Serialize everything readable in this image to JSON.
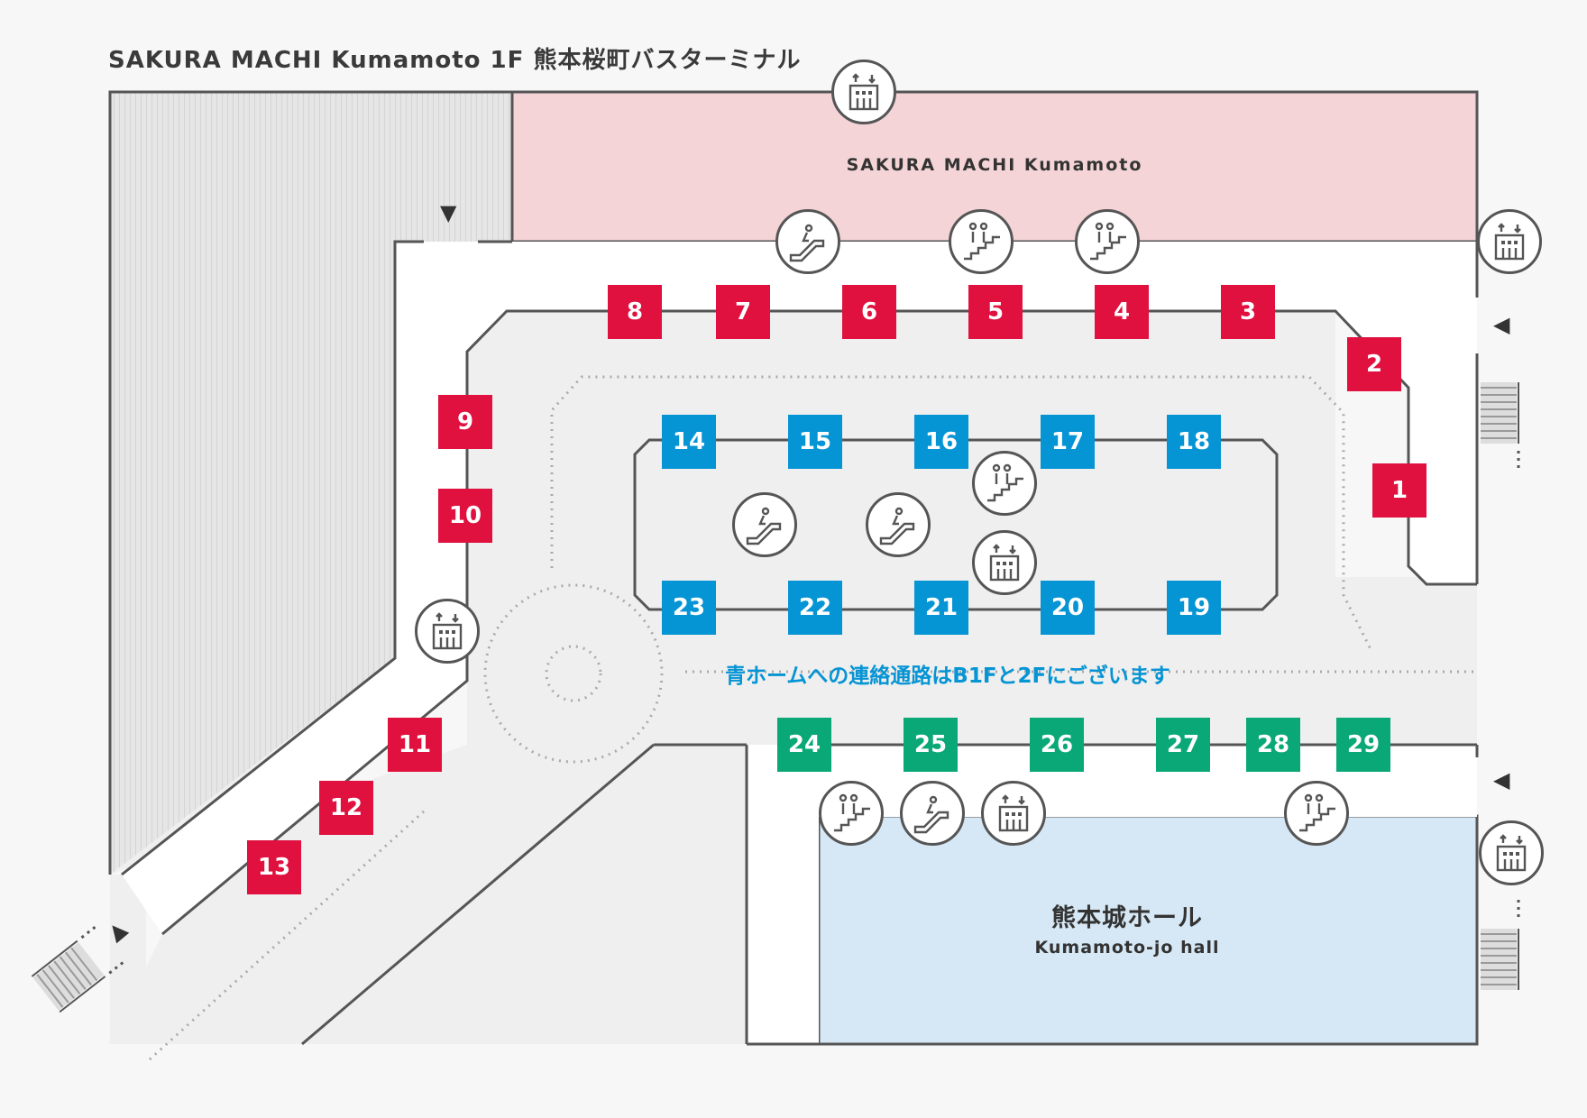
{
  "title": "SAKURA MACHI Kumamoto 1F 熊本桜町バスターミナル",
  "building_label": "SAKURA MACHI Kumamoto",
  "hall_label_ja": "熊本城ホール",
  "hall_label_en": "Kumamoto-jo hall",
  "notice": "青ホームへの連絡通路はB1Fと2Fにございます",
  "colors": {
    "red": "#e0103f",
    "blue": "#0594d4",
    "green": "#0aa877"
  },
  "bays_red": [
    "8",
    "7",
    "6",
    "5",
    "4",
    "3",
    "2",
    "1",
    "9",
    "10",
    "11",
    "12",
    "13"
  ],
  "bays_blue": [
    "14",
    "15",
    "16",
    "17",
    "18",
    "23",
    "22",
    "21",
    "20",
    "19"
  ],
  "bays_green": [
    "24",
    "25",
    "26",
    "27",
    "28",
    "29"
  ],
  "facilities": {
    "elevator": "elevator-icon",
    "escalator": "escalator-icon",
    "stairs": "stairs-icon"
  }
}
